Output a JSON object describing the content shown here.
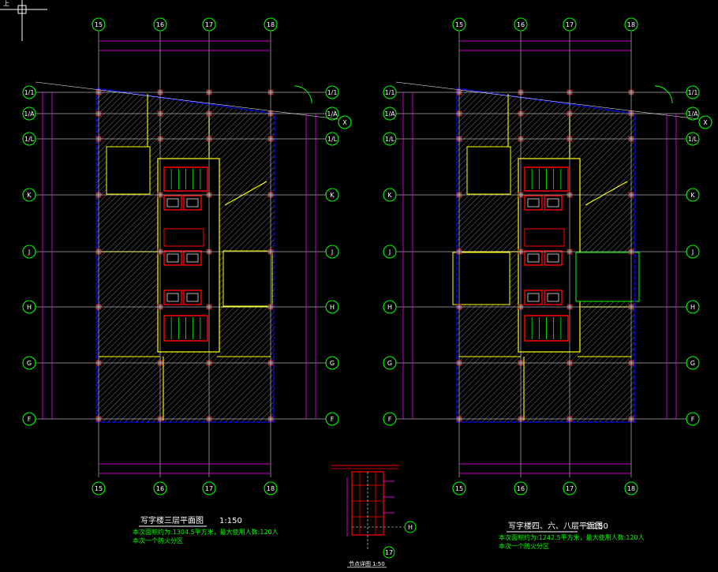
{
  "colors": {
    "background": "#000000",
    "axis_bubble": "#00ff00",
    "axis_line": "#ffffff",
    "dimension": "#ff00ff",
    "wall_outline": "#0000ff",
    "partition": "#ffff00",
    "hatch": "#7f7f7f",
    "core_wall": "#ff0000",
    "text_white": "#ffffff",
    "text_green": "#00ff00"
  },
  "ucs_label": "上",
  "plans": [
    {
      "id": "left",
      "top_axes": [
        "15",
        "16",
        "17",
        "18"
      ],
      "bottom_axes": [
        "15",
        "16",
        "17",
        "18"
      ],
      "left_axes": [
        "1/1",
        "1/A",
        "1/L",
        "K",
        "J",
        "H",
        "G",
        "F"
      ],
      "right_axes": [
        "1/1",
        "1/A",
        "1/L",
        "K",
        "J",
        "H",
        "G",
        "F"
      ],
      "x_axis": "X",
      "title": "写字楼三层平面图",
      "scale": "1:150",
      "note_line1": "本次面积约为:1304.5平方米，最大使用人数:120人",
      "note_line2": "本次一个防火分区"
    },
    {
      "id": "right",
      "top_axes": [
        "15",
        "16",
        "17",
        "18"
      ],
      "bottom_axes": [
        "15",
        "16",
        "17",
        "18"
      ],
      "left_axes": [
        "1/1",
        "1/A",
        "1/L",
        "K",
        "J",
        "H",
        "G",
        "F"
      ],
      "right_axes": [
        "1/1",
        "1/A",
        "1/L",
        "K",
        "J",
        "H",
        "G",
        "F"
      ],
      "x_axis": "X",
      "title": "写字楼四、六、八层平面图",
      "scale": "1:150",
      "note_line1": "本次面积约为:1242.5平方米，最大使用人数:120人",
      "note_line2": "本次一个防火分区"
    }
  ],
  "detail": {
    "axis_h": "H",
    "axis_17": "17",
    "title": "节点详图",
    "scale": "1:50"
  }
}
